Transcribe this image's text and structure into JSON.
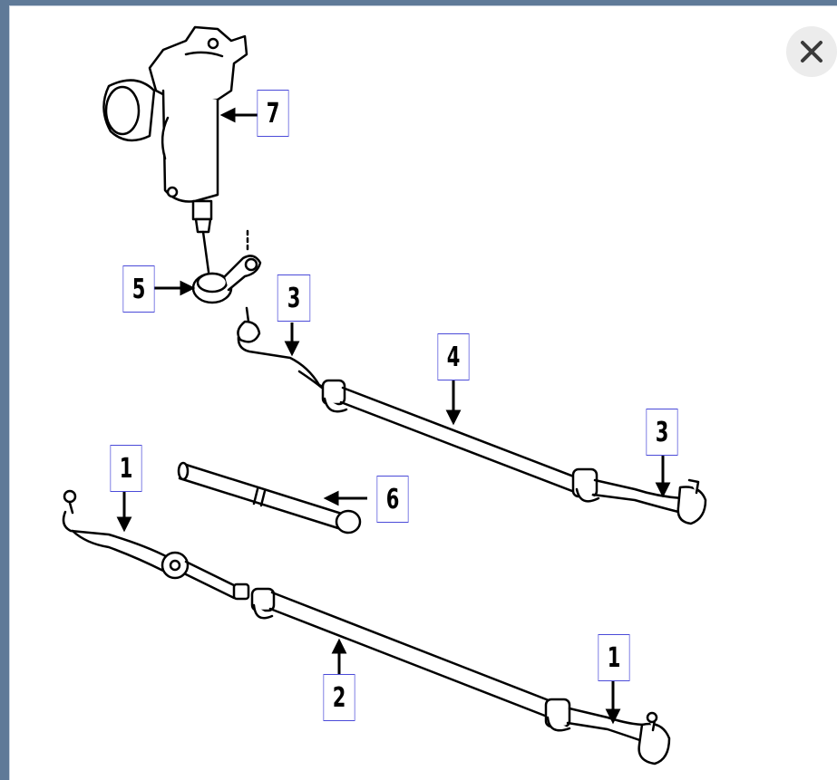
{
  "close_button": {
    "icon": "close-icon"
  },
  "diagram": {
    "callouts": [
      {
        "id": "part-7",
        "label": "7"
      },
      {
        "id": "part-5",
        "label": "5"
      },
      {
        "id": "part-3-left",
        "label": "3"
      },
      {
        "id": "part-4",
        "label": "4"
      },
      {
        "id": "part-3-right",
        "label": "3"
      },
      {
        "id": "part-1-left",
        "label": "1"
      },
      {
        "id": "part-6",
        "label": "6"
      },
      {
        "id": "part-1-right",
        "label": "1"
      },
      {
        "id": "part-2",
        "label": "2"
      }
    ]
  }
}
